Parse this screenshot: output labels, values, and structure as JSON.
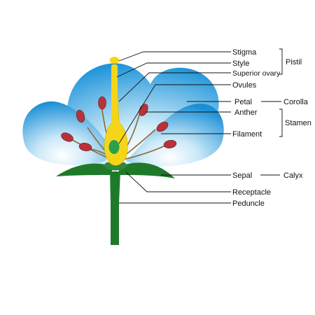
{
  "colors": {
    "petal_light": "#e6f4fc",
    "petal_dark": "#1a8fd6",
    "stem": "#1e7a2a",
    "pistil": "#f5d51a",
    "ovule": "#2aa14a",
    "anther": "#b8323a",
    "filament": "#8a6a3a"
  },
  "labels": {
    "stigma": "Stigma",
    "style": "Style",
    "superior_ovary": "Superior ovary",
    "ovules": "Ovules",
    "petal": "Petal",
    "anther": "Anther",
    "filament": "Filament",
    "sepal": "Sepal",
    "receptacle": "Receptacle",
    "peduncle": "Peduncle"
  },
  "groups": {
    "pistil": "Pistil",
    "corolla": "Corolla",
    "stamen": "Stamen",
    "calyx": "Calyx"
  }
}
